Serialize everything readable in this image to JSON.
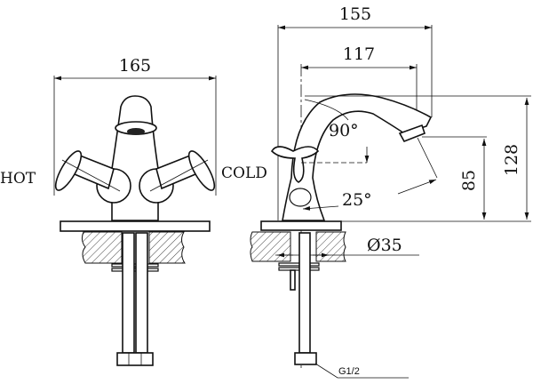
{
  "front_view": {
    "width_dim": "165",
    "hot_label": "HOT",
    "cold_label": "COLD"
  },
  "side_view": {
    "overall_depth_dim": "155",
    "spout_reach_dim": "117",
    "overall_height_dim": "128",
    "spout_height_dim": "85",
    "swivel_angle_top": "90°",
    "swivel_angle_bottom": "25°",
    "hole_diameter_dim": "Ø35",
    "connection_label": "G1/2"
  }
}
